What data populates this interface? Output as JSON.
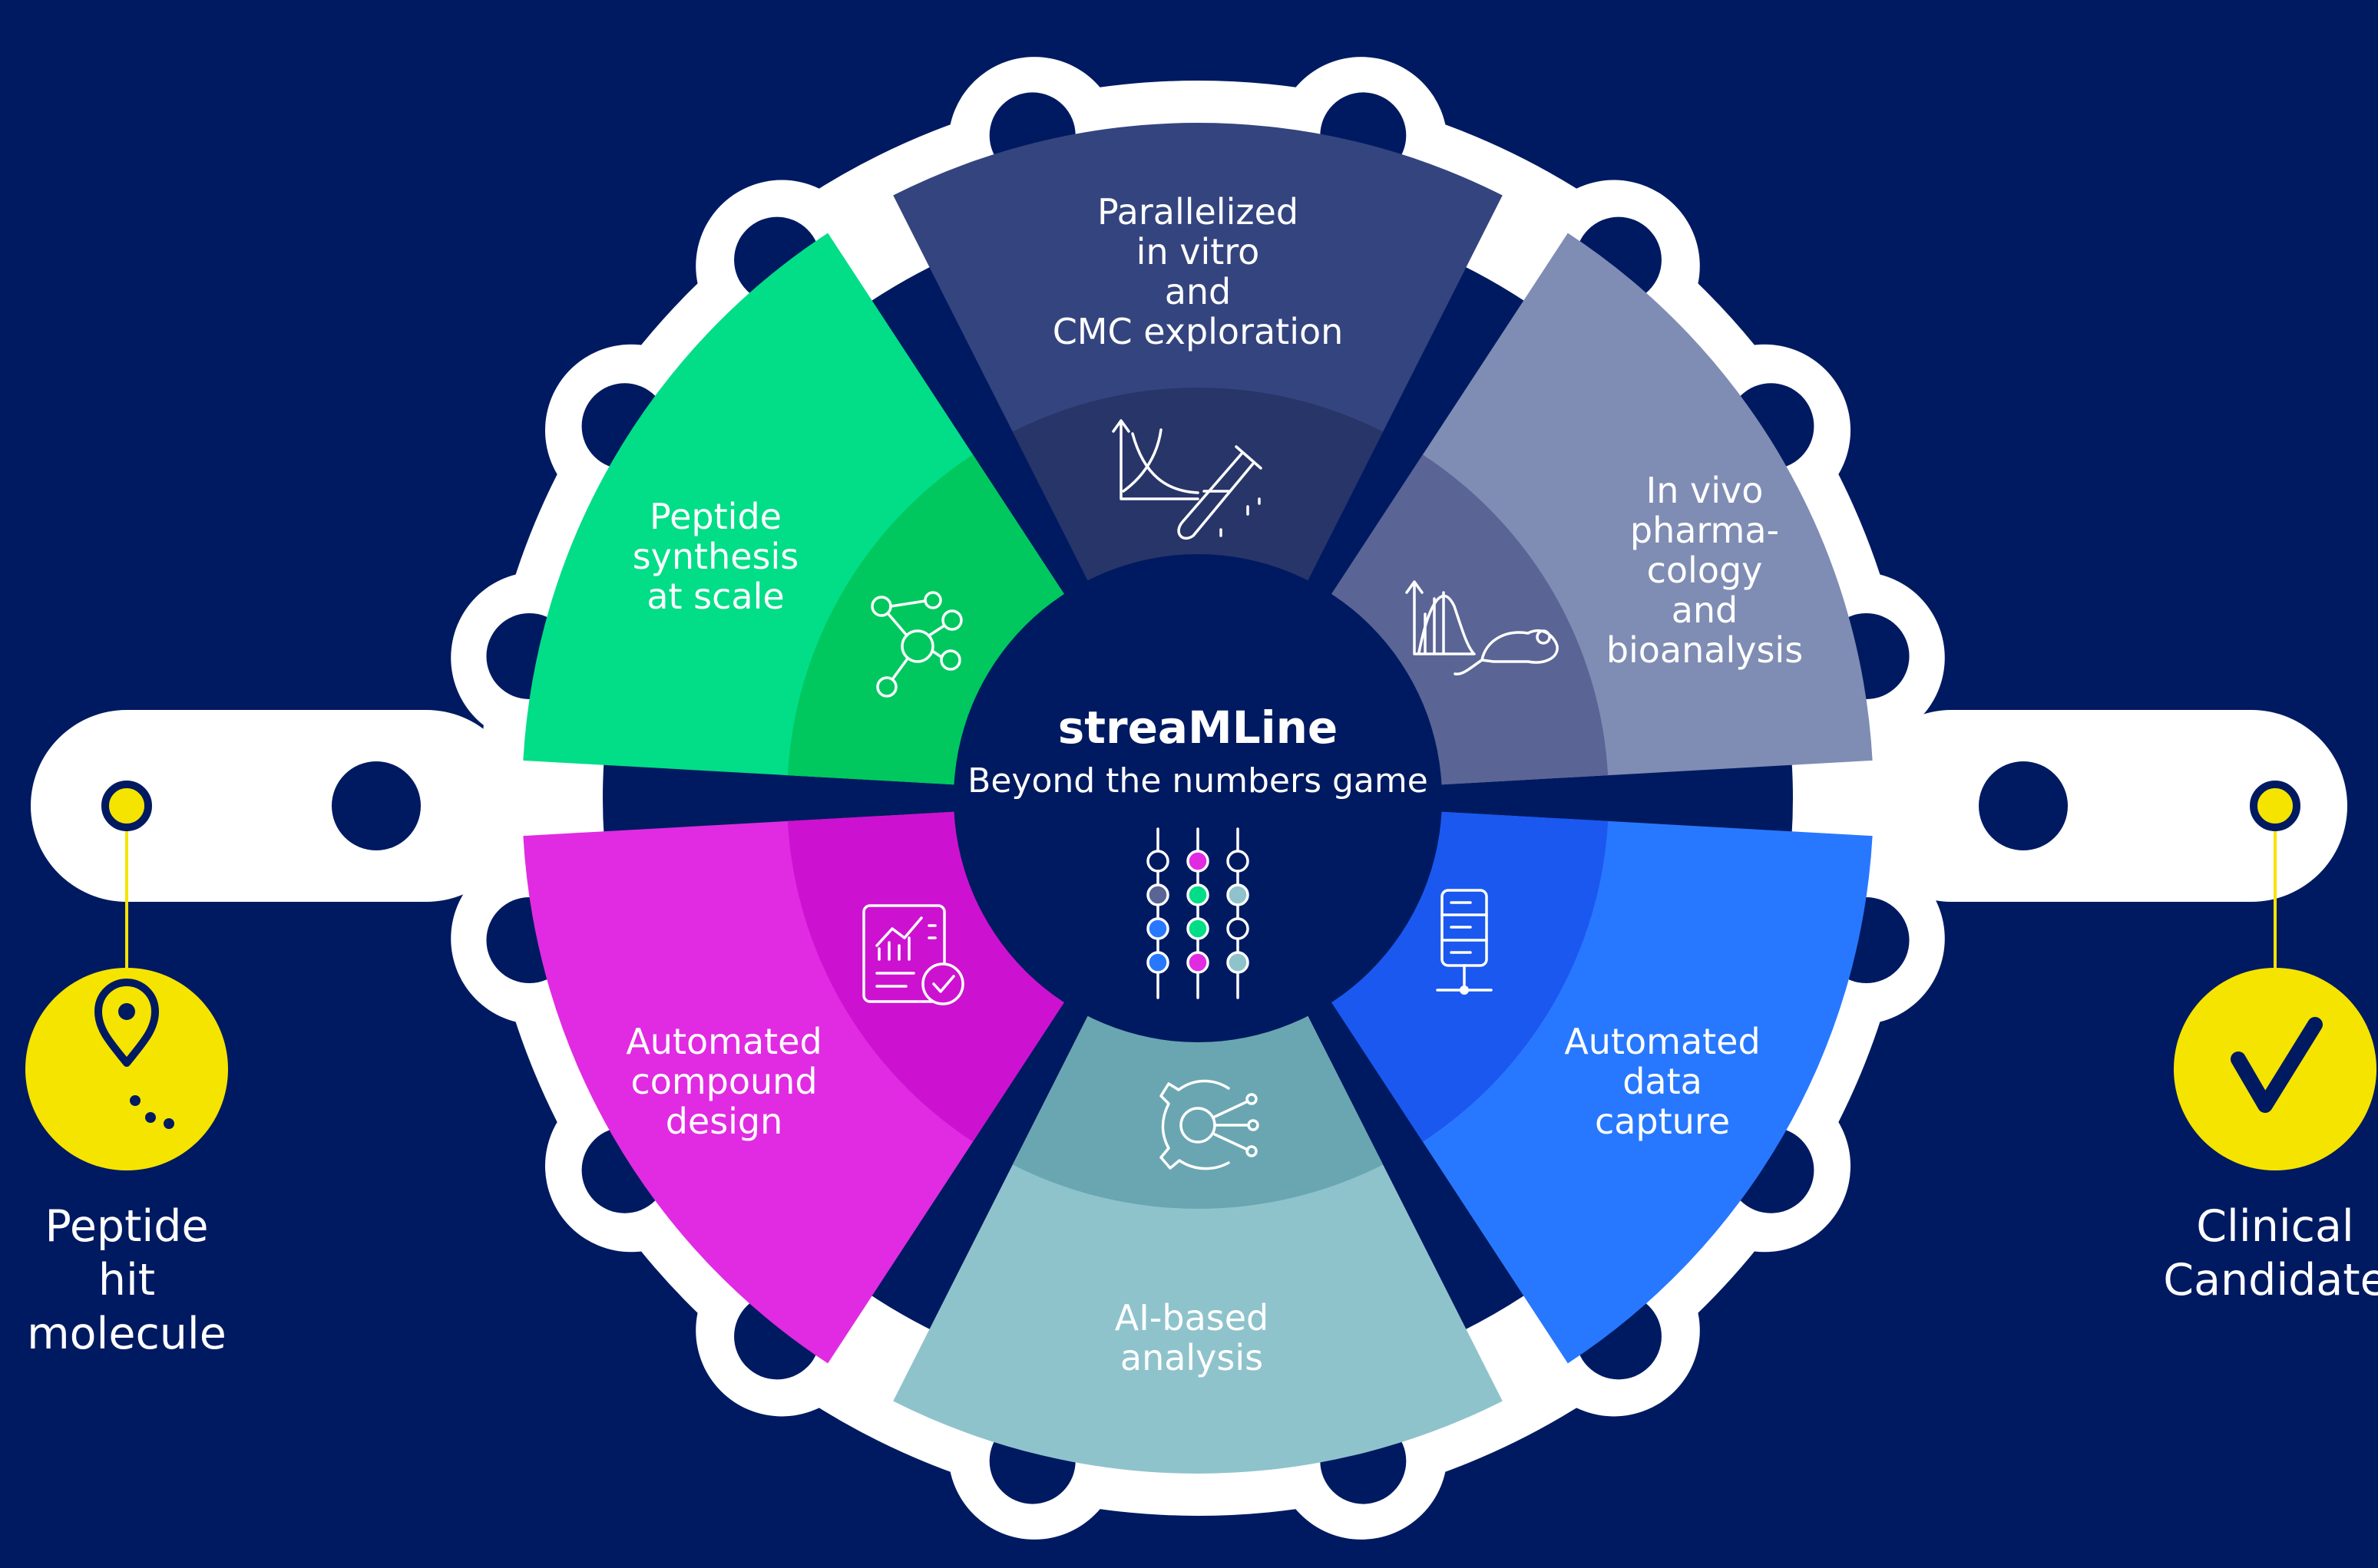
{
  "diagram": {
    "center": {
      "title": "streaMLine",
      "subtitle": "Beyond the numbers game"
    },
    "segments": [
      {
        "id": "top",
        "lines": [
          "Parallelized",
          "in vitro",
          "and",
          "CMC exploration"
        ],
        "color": "#34447F",
        "inner_color": "#283568",
        "icon": "assay-graph-test-tube-icon"
      },
      {
        "id": "right-top",
        "lines": [
          "In vivo",
          "pharma-",
          "cology",
          "and",
          "bioanalysis"
        ],
        "color": "#7F8DB4",
        "inner_color": "#5A6595",
        "icon": "curve-graph-mouse-icon"
      },
      {
        "id": "right-bottom",
        "lines": [
          "Automated",
          "data",
          "capture"
        ],
        "color": "#2878FF",
        "inner_color": "#1A58F0",
        "icon": "server-icon"
      },
      {
        "id": "bottom",
        "lines": [
          "AI-based",
          "analysis"
        ],
        "color": "#8FC3CC",
        "inner_color": "#6AA6B1",
        "icon": "ai-gear-circuit-icon"
      },
      {
        "id": "left-bottom",
        "lines": [
          "Automated",
          "compound",
          "design"
        ],
        "color": "#E02BE2",
        "inner_color": "#CC12D0",
        "icon": "report-chart-check-icon"
      },
      {
        "id": "left-top",
        "lines": [
          "Peptide",
          "synthesis",
          "at scale"
        ],
        "color": "#02DD88",
        "inner_color": "#00C85E",
        "icon": "molecule-icon"
      }
    ],
    "start": {
      "lines": [
        "Peptide",
        "hit",
        "molecule"
      ],
      "icon": "location-pin-icon",
      "color": "#F5E400"
    },
    "end": {
      "lines": [
        "Clinical",
        "Candidate"
      ],
      "icon": "checkmark-icon",
      "color": "#F5E400"
    },
    "center_icon": "abacus-icon",
    "colors": {
      "background": "#001A61",
      "chain": "#FFFFFF",
      "accent": "#F5E400"
    }
  }
}
